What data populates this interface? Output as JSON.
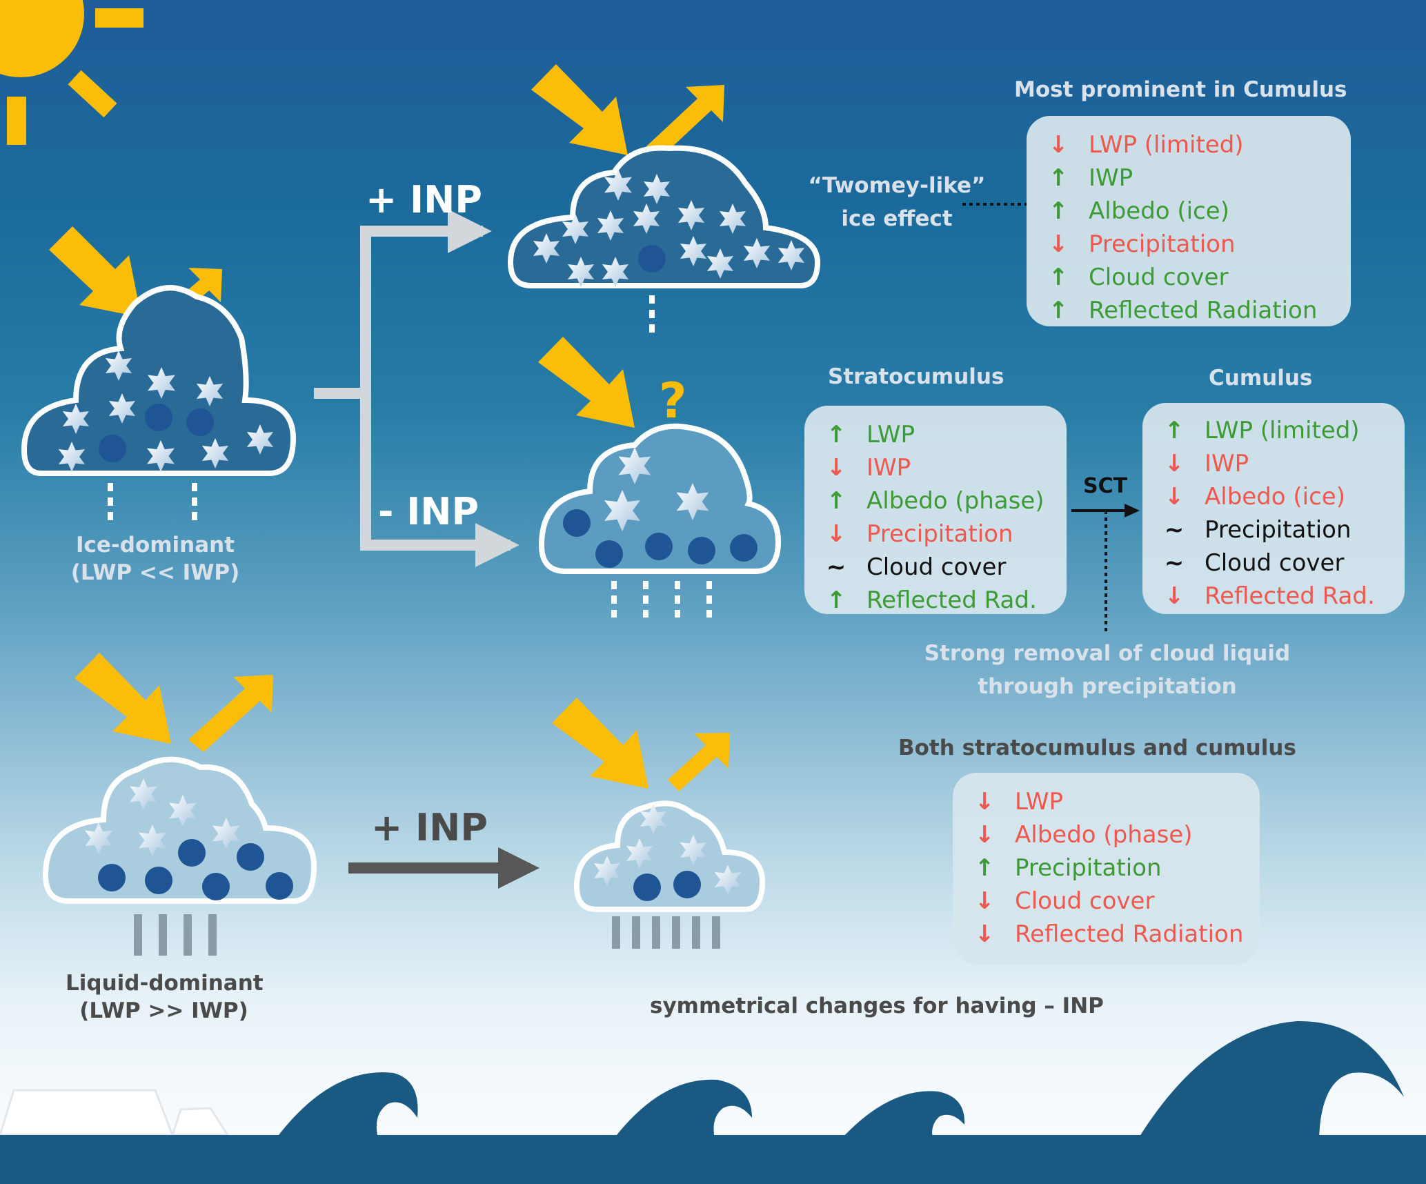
{
  "labels": {
    "ice_dominant": [
      "Ice-dominant",
      "(LWP << IWP)"
    ],
    "liquid_dominant": [
      "Liquid-dominant",
      "(LWP >> IWP)"
    ],
    "plus_inp_top": "+ INP",
    "minus_inp": "- INP",
    "plus_inp_bottom": "+ INP",
    "question_mark": "?",
    "twomey": [
      "“Twomey-like”",
      "ice effect"
    ],
    "sct": "SCT",
    "removal_note": [
      "Strong removal of cloud liquid",
      "through precipitation"
    ],
    "symmetric_note": "symmetrical changes for having – INP"
  },
  "panels": {
    "cumulus_top": {
      "title": "Most prominent in Cumulus",
      "rows": [
        {
          "dir": "down",
          "label": "LWP (limited)"
        },
        {
          "dir": "up",
          "label": "IWP"
        },
        {
          "dir": "up",
          "label": "Albedo (ice)"
        },
        {
          "dir": "down",
          "label": "Precipitation"
        },
        {
          "dir": "up",
          "label": "Cloud cover"
        },
        {
          "dir": "up",
          "label": "Reflected Radiation"
        }
      ]
    },
    "stratocumulus": {
      "title": "Stratocumulus",
      "rows": [
        {
          "dir": "up",
          "label": "LWP"
        },
        {
          "dir": "down",
          "label": "IWP"
        },
        {
          "dir": "up",
          "label": "Albedo (phase)"
        },
        {
          "dir": "down",
          "label": "Precipitation"
        },
        {
          "dir": "none",
          "label": "Cloud cover"
        },
        {
          "dir": "up",
          "label": "Reflected Rad."
        }
      ]
    },
    "cumulus": {
      "title": "Cumulus",
      "rows": [
        {
          "dir": "up",
          "label": "LWP (limited)"
        },
        {
          "dir": "down",
          "label": "IWP"
        },
        {
          "dir": "down",
          "label": "Albedo (ice)"
        },
        {
          "dir": "none",
          "label": "Precipitation"
        },
        {
          "dir": "none",
          "label": "Cloud cover"
        },
        {
          "dir": "down",
          "label": "Reflected Rad."
        }
      ]
    },
    "both": {
      "title": "Both stratocumulus and cumulus",
      "rows": [
        {
          "dir": "down",
          "label": "LWP"
        },
        {
          "dir": "down",
          "label": "Albedo (phase)"
        },
        {
          "dir": "up",
          "label": "Precipitation"
        },
        {
          "dir": "down",
          "label": "Cloud cover"
        },
        {
          "dir": "down",
          "label": "Reflected Radiation"
        }
      ]
    }
  },
  "glyphs": {
    "up": "↑",
    "down": "↓",
    "none": "~"
  },
  "colors": {
    "increase": "#3d9b35",
    "decrease": "#f0574d",
    "sun_arrow": "#fbbd07",
    "ocean": "#1a5a82",
    "droplet": "#1f5594",
    "panel_bg": "#d7e6ed"
  }
}
